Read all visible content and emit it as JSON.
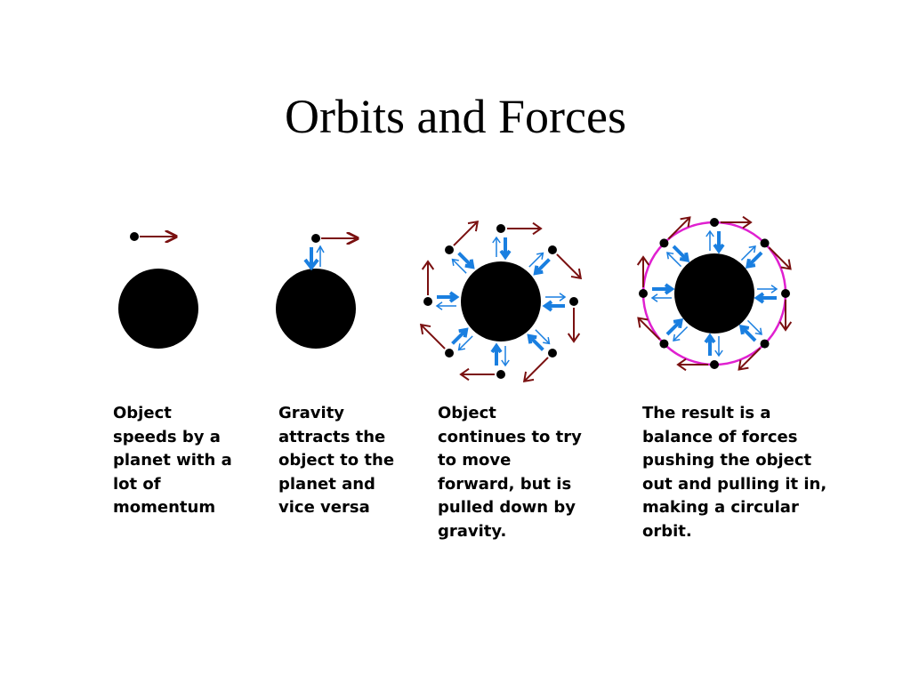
{
  "slide": {
    "title": "Orbits and Forces"
  },
  "colors": {
    "planet": "#000000",
    "object": "#000000",
    "momentum_arrow": "#7a1010",
    "gravity_arrow": "#1a7fe0",
    "orbit": "#e020d0",
    "background": "#ffffff"
  },
  "panels": [
    {
      "caption": [
        "Object",
        "speeds by a",
        "planet with a",
        "lot of",
        "momentum"
      ]
    },
    {
      "caption": [
        "Gravity",
        "attracts the",
        "object to the",
        "planet and",
        "vice versa"
      ]
    },
    {
      "caption": [
        "Object",
        "continues to try",
        "to move",
        "forward, but is",
        "pulled down by",
        "gravity."
      ]
    },
    {
      "caption": [
        "The result is a",
        "balance of forces",
        "pushing the object",
        "out and pulling it in,",
        "making a circular",
        "orbit."
      ]
    }
  ],
  "icons": [
    "planet",
    "object-dot",
    "momentum-arrow",
    "gravity-arrow",
    "pull-arrow",
    "orbit-path"
  ]
}
